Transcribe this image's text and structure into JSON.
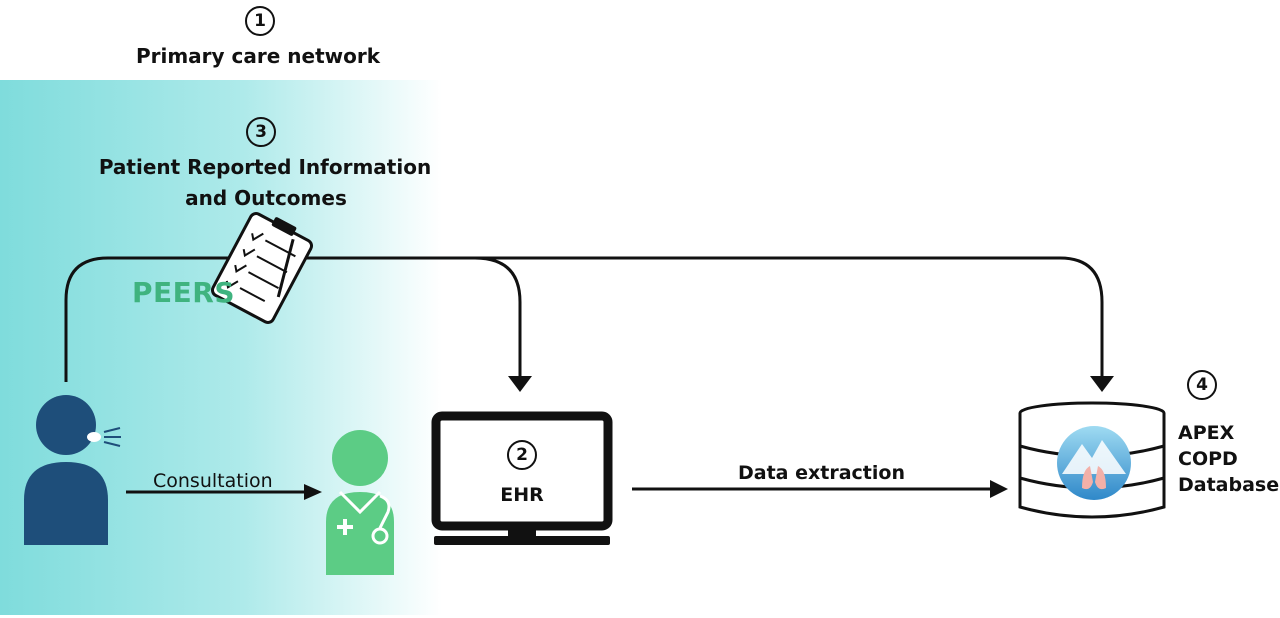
{
  "steps": {
    "primary_care": {
      "number": "1",
      "label": "Primary care network"
    },
    "ehr": {
      "number": "2",
      "label": "EHR"
    },
    "patient_reported": {
      "number": "3",
      "label_line1": "Patient Reported Information",
      "label_line2": "and Outcomes"
    },
    "database": {
      "number": "4",
      "label_line1": "APEX",
      "label_line2": "COPD",
      "label_line3": "Database"
    }
  },
  "peers_label": "PEERS",
  "arrows": {
    "consultation": "Consultation",
    "data_extraction": "Data extraction"
  },
  "colors": {
    "network_band": "#7fdcdc",
    "patient": "#1e4e7a",
    "clinician": "#5ccc85",
    "peers_text": "#3fb37f",
    "line": "#111111"
  }
}
